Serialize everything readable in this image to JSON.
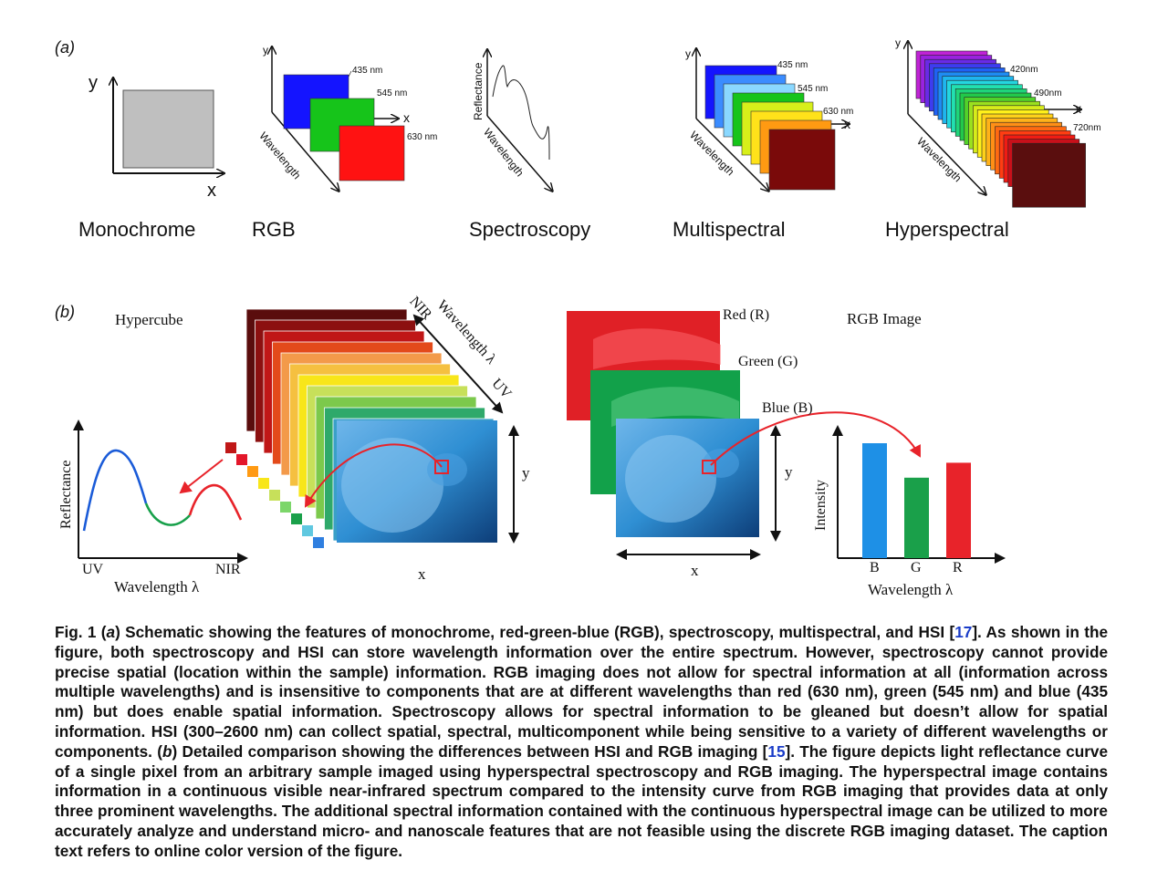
{
  "panel_a": {
    "label": "(a)",
    "monochrome": {
      "title": "Monochrome",
      "y": "y",
      "x": "x"
    },
    "rgb": {
      "title": "RGB",
      "y": "y",
      "x": "x",
      "wavelength": "Wavelength",
      "bands": [
        "435 nm",
        "545 nm",
        "630 nm"
      ]
    },
    "spectroscopy": {
      "title": "Spectroscopy",
      "ylabel": "Reflectance",
      "xlabel": "Wavelength"
    },
    "multispectral": {
      "title": "Multispectral",
      "y": "y",
      "x": "x",
      "wavelength": "Wavelength",
      "bands": [
        "435 nm",
        "545 nm",
        "630 nm"
      ]
    },
    "hyperspectral": {
      "title": "Hyperspectral",
      "y": "y",
      "x": "x",
      "wavelength": "Wavelength",
      "bands": [
        "420nm",
        "490nm",
        "720nm"
      ]
    }
  },
  "panel_b": {
    "label": "(b)",
    "hypercube_title": "Hypercube",
    "rgb_title": "RGB Image",
    "reflectance_label": "Reflectance",
    "uv": "UV",
    "nir": "NIR",
    "wavelength": "Wavelength λ",
    "stack_nir": "NIR",
    "stack_wavelength": "Wavelength λ",
    "stack_uv": "UV",
    "y": "y",
    "x": "x",
    "red_label": "Red (R)",
    "green_label": "Green (G)",
    "blue_label": "Blue (B)",
    "intensity_label": "Intensity",
    "bar_labels": [
      "B",
      "G",
      "R"
    ],
    "bar_values": [
      1.0,
      0.7,
      0.83
    ],
    "bar_colors": [
      "#1e90e6",
      "#1aa04a",
      "#e8232a"
    ]
  },
  "caption": {
    "fig": "Fig. 1",
    "p1": " (",
    "a": "a",
    "p2": ") Schematic showing the features of monochrome, red-green-blue (RGB), spectroscopy, multispectral, and HSI [",
    "ref1": "17",
    "p3": "]. As shown in the figure, both spectroscopy and HSI can store wavelength information over the entire spectrum. However, spectroscopy cannot provide precise spatial (location within the sample) information. RGB imaging does not allow for spectral information at all (information across multiple wavelengths) and is insensitive to components that are at different wavelengths than red (630 nm), green (545 nm) and blue (435 nm) but does enable spatial information. Spectroscopy allows for spectral information to be gleaned but doesn’t allow for spatial information. HSI (300–2600 nm) can collect spatial, spectral, multicomponent while being sensitive to a variety of different wavelengths or components. (",
    "b": "b",
    "p4": ") Detailed comparison showing the differences between HSI and RGB imaging [",
    "ref2": "15",
    "p5": "]. The figure depicts light reflectance curve of a single pixel from an arbitrary sample imaged using hyperspectral spectroscopy and RGB imaging. The hyperspectral image contains information in a continuous visible near-infrared spectrum compared to the intensity curve from RGB imaging that provides data at only three prominent wavelengths. The additional spectral information contained with the continuous hyperspectral image can be utilized to more accurately analyze and understand micro- and nanoscale features that are not feasible using the discrete RGB imaging dataset. The caption text refers to online color version of the figure."
  }
}
